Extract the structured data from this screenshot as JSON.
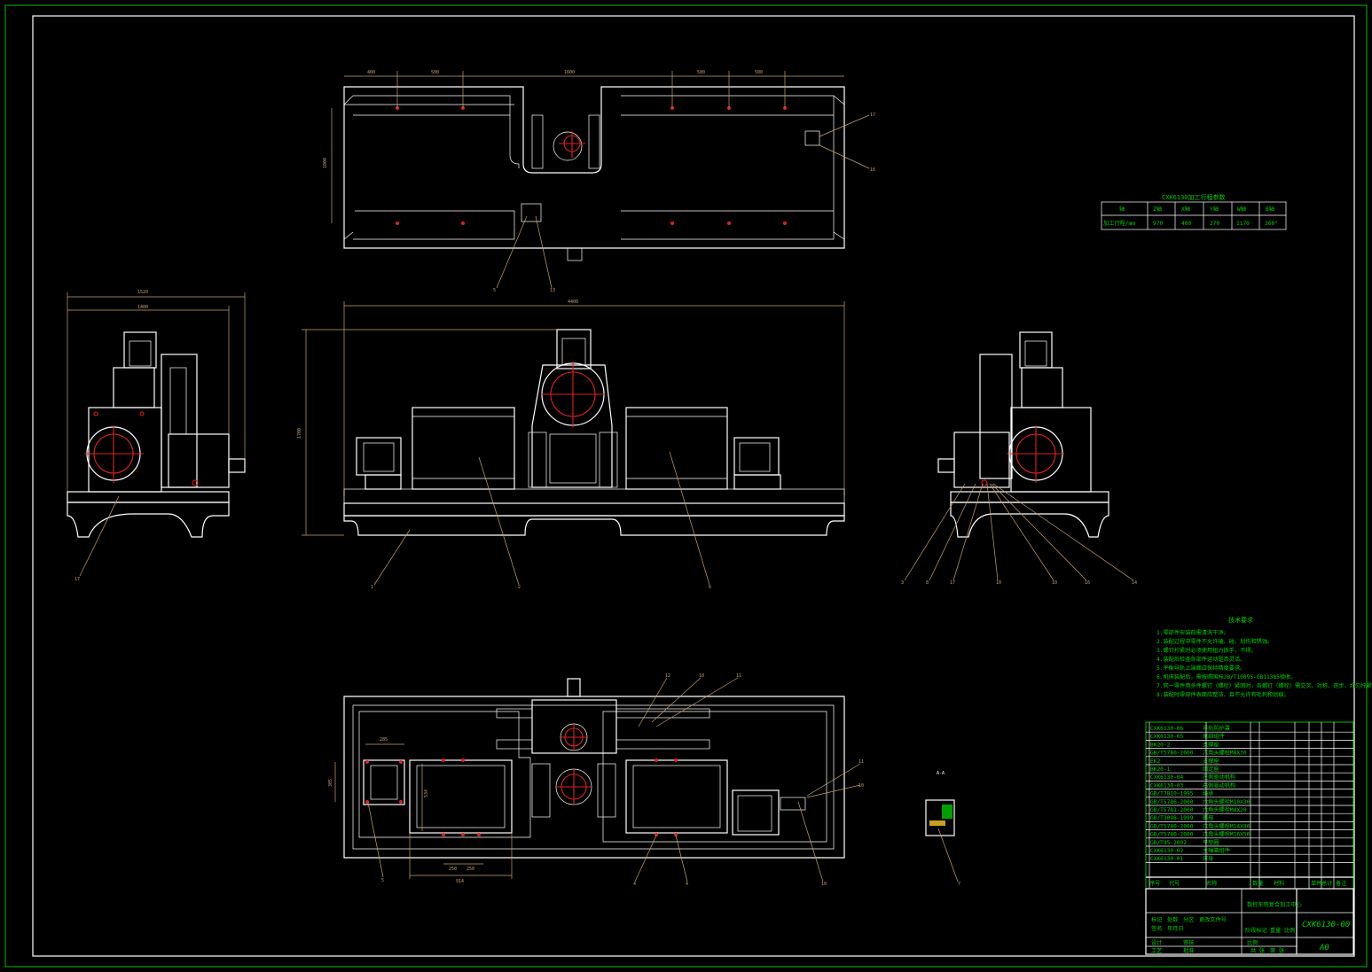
{
  "axis_table": {
    "title": "CXK6130加工行程参数",
    "row_header": "加工行程/mm",
    "corner": "轴",
    "columns": [
      "Z轴",
      "X轴",
      "Y轴",
      "W轴",
      "B轴"
    ],
    "values": [
      "970",
      "400",
      "270",
      "1170",
      "360°"
    ]
  },
  "tech_requirements": {
    "title": "技术要求",
    "items": [
      "1.零部件安装前需清洗干净。",
      "2.装配过程中零件不允许磕、碰、划伤和锈蚀。",
      "3.螺钉拧紧时必须使用扭力扳手，不得。",
      "4.装配后检查各部件运动是否灵活。",
      "5.平衡导轨上端面应保持精度要求。",
      "6.机床装配后，需按照国标JB/T10095-GB11385验收。",
      "7.同一零件用多件螺钉（螺栓）紧固时，各螺钉（螺栓）需交叉、对称、逐步、均匀拧紧。",
      "8.装配时零部件表面应整洁，且不允许有毛刺和划痕。"
    ]
  },
  "bom": {
    "rows": [
      [
        "CXK6130-06",
        "导轨防护罩"
      ],
      [
        "CXK6130-05",
        "尾部组件"
      ],
      [
        "BK20-2",
        "支撑座"
      ],
      [
        "GB/T5780-2000",
        "六角头螺栓M8X30"
      ],
      [
        "EK2",
        "支撑座"
      ],
      [
        "BK20-1",
        "固定座"
      ],
      [
        "CXK6130-04",
        "左侧驱动机构"
      ],
      [
        "CXK6130-03",
        "右侧驱动机构"
      ],
      [
        "GB/T7810-1995",
        "轴承"
      ],
      [
        "GB/T5786-2000",
        "六角头螺栓M10X30"
      ],
      [
        "GB/T5781-2000",
        "六角头螺栓M8X20"
      ],
      [
        "GB/T3098-1999",
        "螺母"
      ],
      [
        "GB/T5780-2000",
        "六角头螺栓M14X80"
      ],
      [
        "GB/T5780-2000",
        "六角头螺栓M16X50"
      ],
      [
        "GB/T95-2002",
        "平垫圈"
      ],
      [
        "CXK6130-02",
        "主轴箱组件"
      ],
      [
        "CXK6130-01",
        "床身"
      ]
    ],
    "header": [
      "序号",
      "代号",
      "名称",
      "数量",
      "材料",
      "单件",
      "总计",
      "备注"
    ]
  },
  "title_block": {
    "drawing_title": "数控车铣复合加工中心",
    "drawing_number": "CXK6130-00",
    "sheet_size": "A0",
    "scale_label": "比例",
    "row_labels": [
      "标记",
      "处数",
      "分区",
      "更改文件号",
      "签名",
      "年月日",
      "设计",
      "审核",
      "工艺",
      "批准"
    ],
    "stage_labels": [
      "阶段标记",
      "重量",
      "比例"
    ],
    "footer": [
      "共 张",
      "第 张"
    ]
  },
  "dimensions": {
    "top": [
      "400",
      "500",
      "1600",
      "500",
      "500"
    ],
    "top_height": "1000",
    "front_width": "4400",
    "front_height": "1700",
    "left_outer": "1520",
    "left_inner": "1400",
    "bottom_left": [
      "285",
      "305",
      "534",
      "250",
      "250",
      "914"
    ]
  },
  "section_label": "A-A",
  "balloons": {
    "top_view": [
      "17",
      "16",
      "5",
      "13"
    ],
    "front_view": [
      "1",
      "2",
      "6"
    ],
    "left_view": [
      "17"
    ],
    "right_view": [
      "3",
      "8",
      "17",
      "10",
      "10",
      "16",
      "14"
    ],
    "bottom_view": [
      "12",
      "10",
      "11",
      "11",
      "10",
      "5",
      "4",
      "4",
      "10"
    ],
    "section": [
      "7"
    ]
  },
  "colors": {
    "frame": "#00c000",
    "lines": "#ffffff",
    "dimension": "#c8a070",
    "center": "#e02020",
    "text": "#00d000"
  }
}
